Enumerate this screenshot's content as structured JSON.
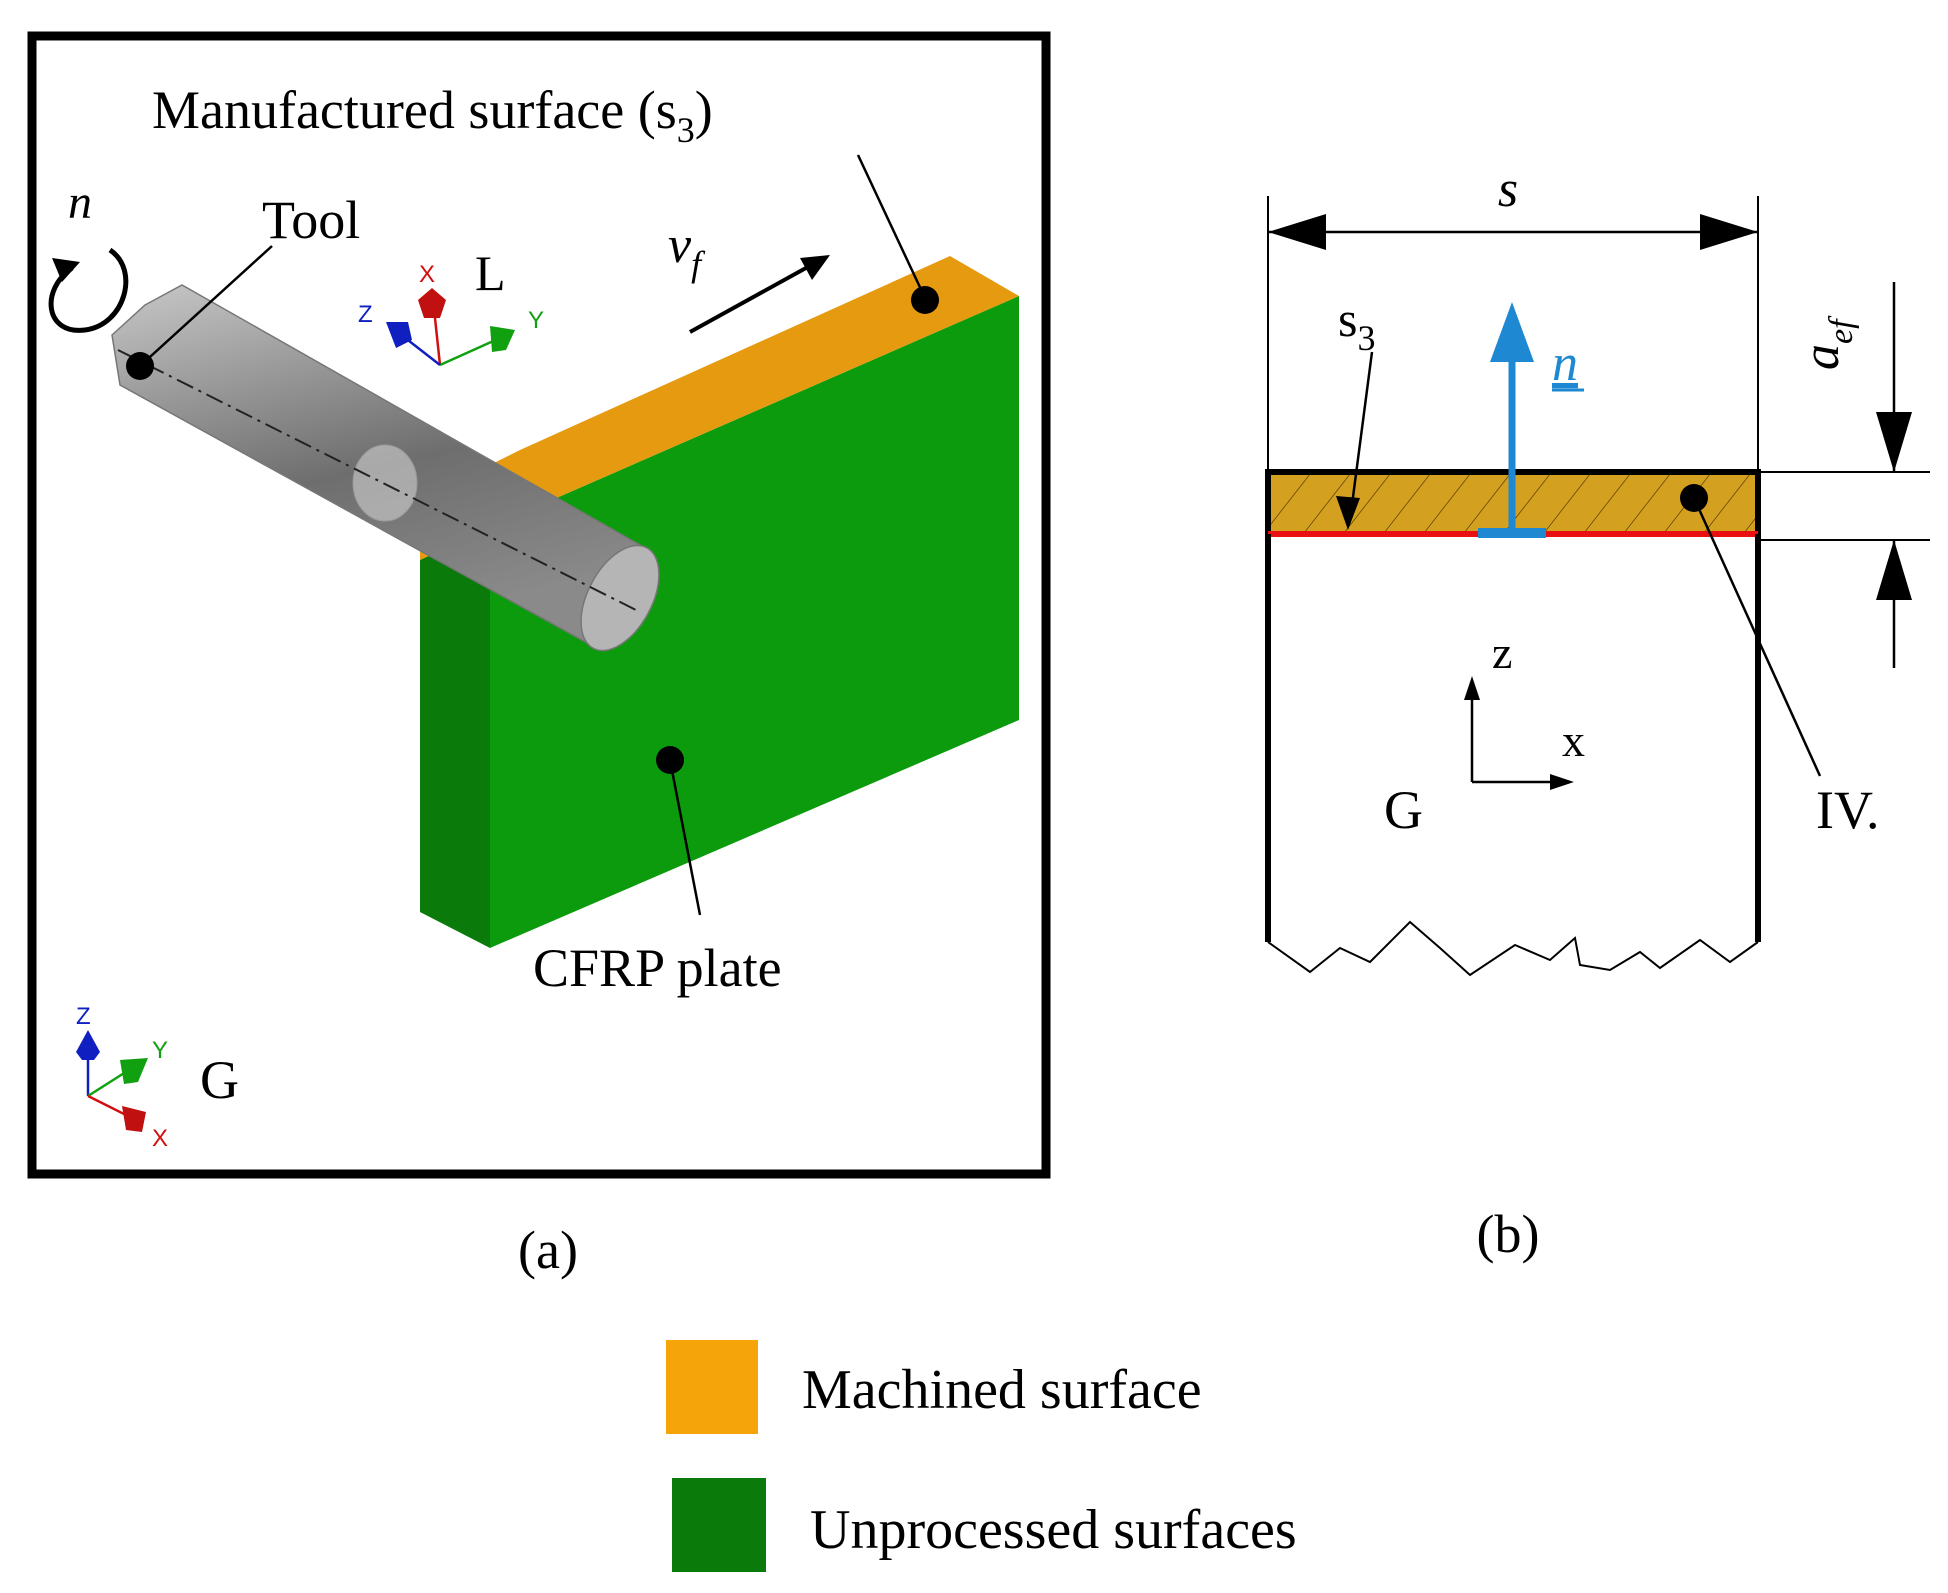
{
  "panel_a": {
    "caption": "(a)",
    "label_manufactured_surface": "Manufactured surface (s",
    "label_manufactured_surface_sub": "3",
    "label_manufactured_surface_close": ")",
    "label_tool": "Tool",
    "label_rotation": "n",
    "label_feed": "v",
    "label_feed_sub": "f",
    "label_cfrp_plate": "CFRP plate",
    "local_frame": {
      "name": "L",
      "x": "X",
      "y": "Y",
      "z": "Z"
    },
    "global_frame": {
      "name": "G",
      "x": "X",
      "y": "Y",
      "z": "Z"
    }
  },
  "panel_b": {
    "caption": "(b)",
    "label_width": "s",
    "label_surface": "s",
    "label_surface_sub": "3",
    "label_normal": "n",
    "label_depth": "a",
    "label_depth_sub": "ef",
    "label_detail": "IV.",
    "frame": {
      "name": "G",
      "x": "x",
      "z": "z"
    }
  },
  "legend": {
    "items": [
      {
        "label": "Machined surface",
        "color": "#F5A50A"
      },
      {
        "label": "Unprocessed surfaces",
        "color": "#0A7A0A"
      }
    ]
  },
  "colors": {
    "machined": "#E59A10",
    "unprocessed_front": "#0C9B0C",
    "unprocessed_side": "#0A7A0A",
    "normal_arrow": "#1E88D2",
    "cut_line": "#E81010",
    "hatch_fill": "#D4A020",
    "axis_x": "#D01010",
    "axis_y": "#10A010",
    "axis_z": "#1020C0"
  }
}
